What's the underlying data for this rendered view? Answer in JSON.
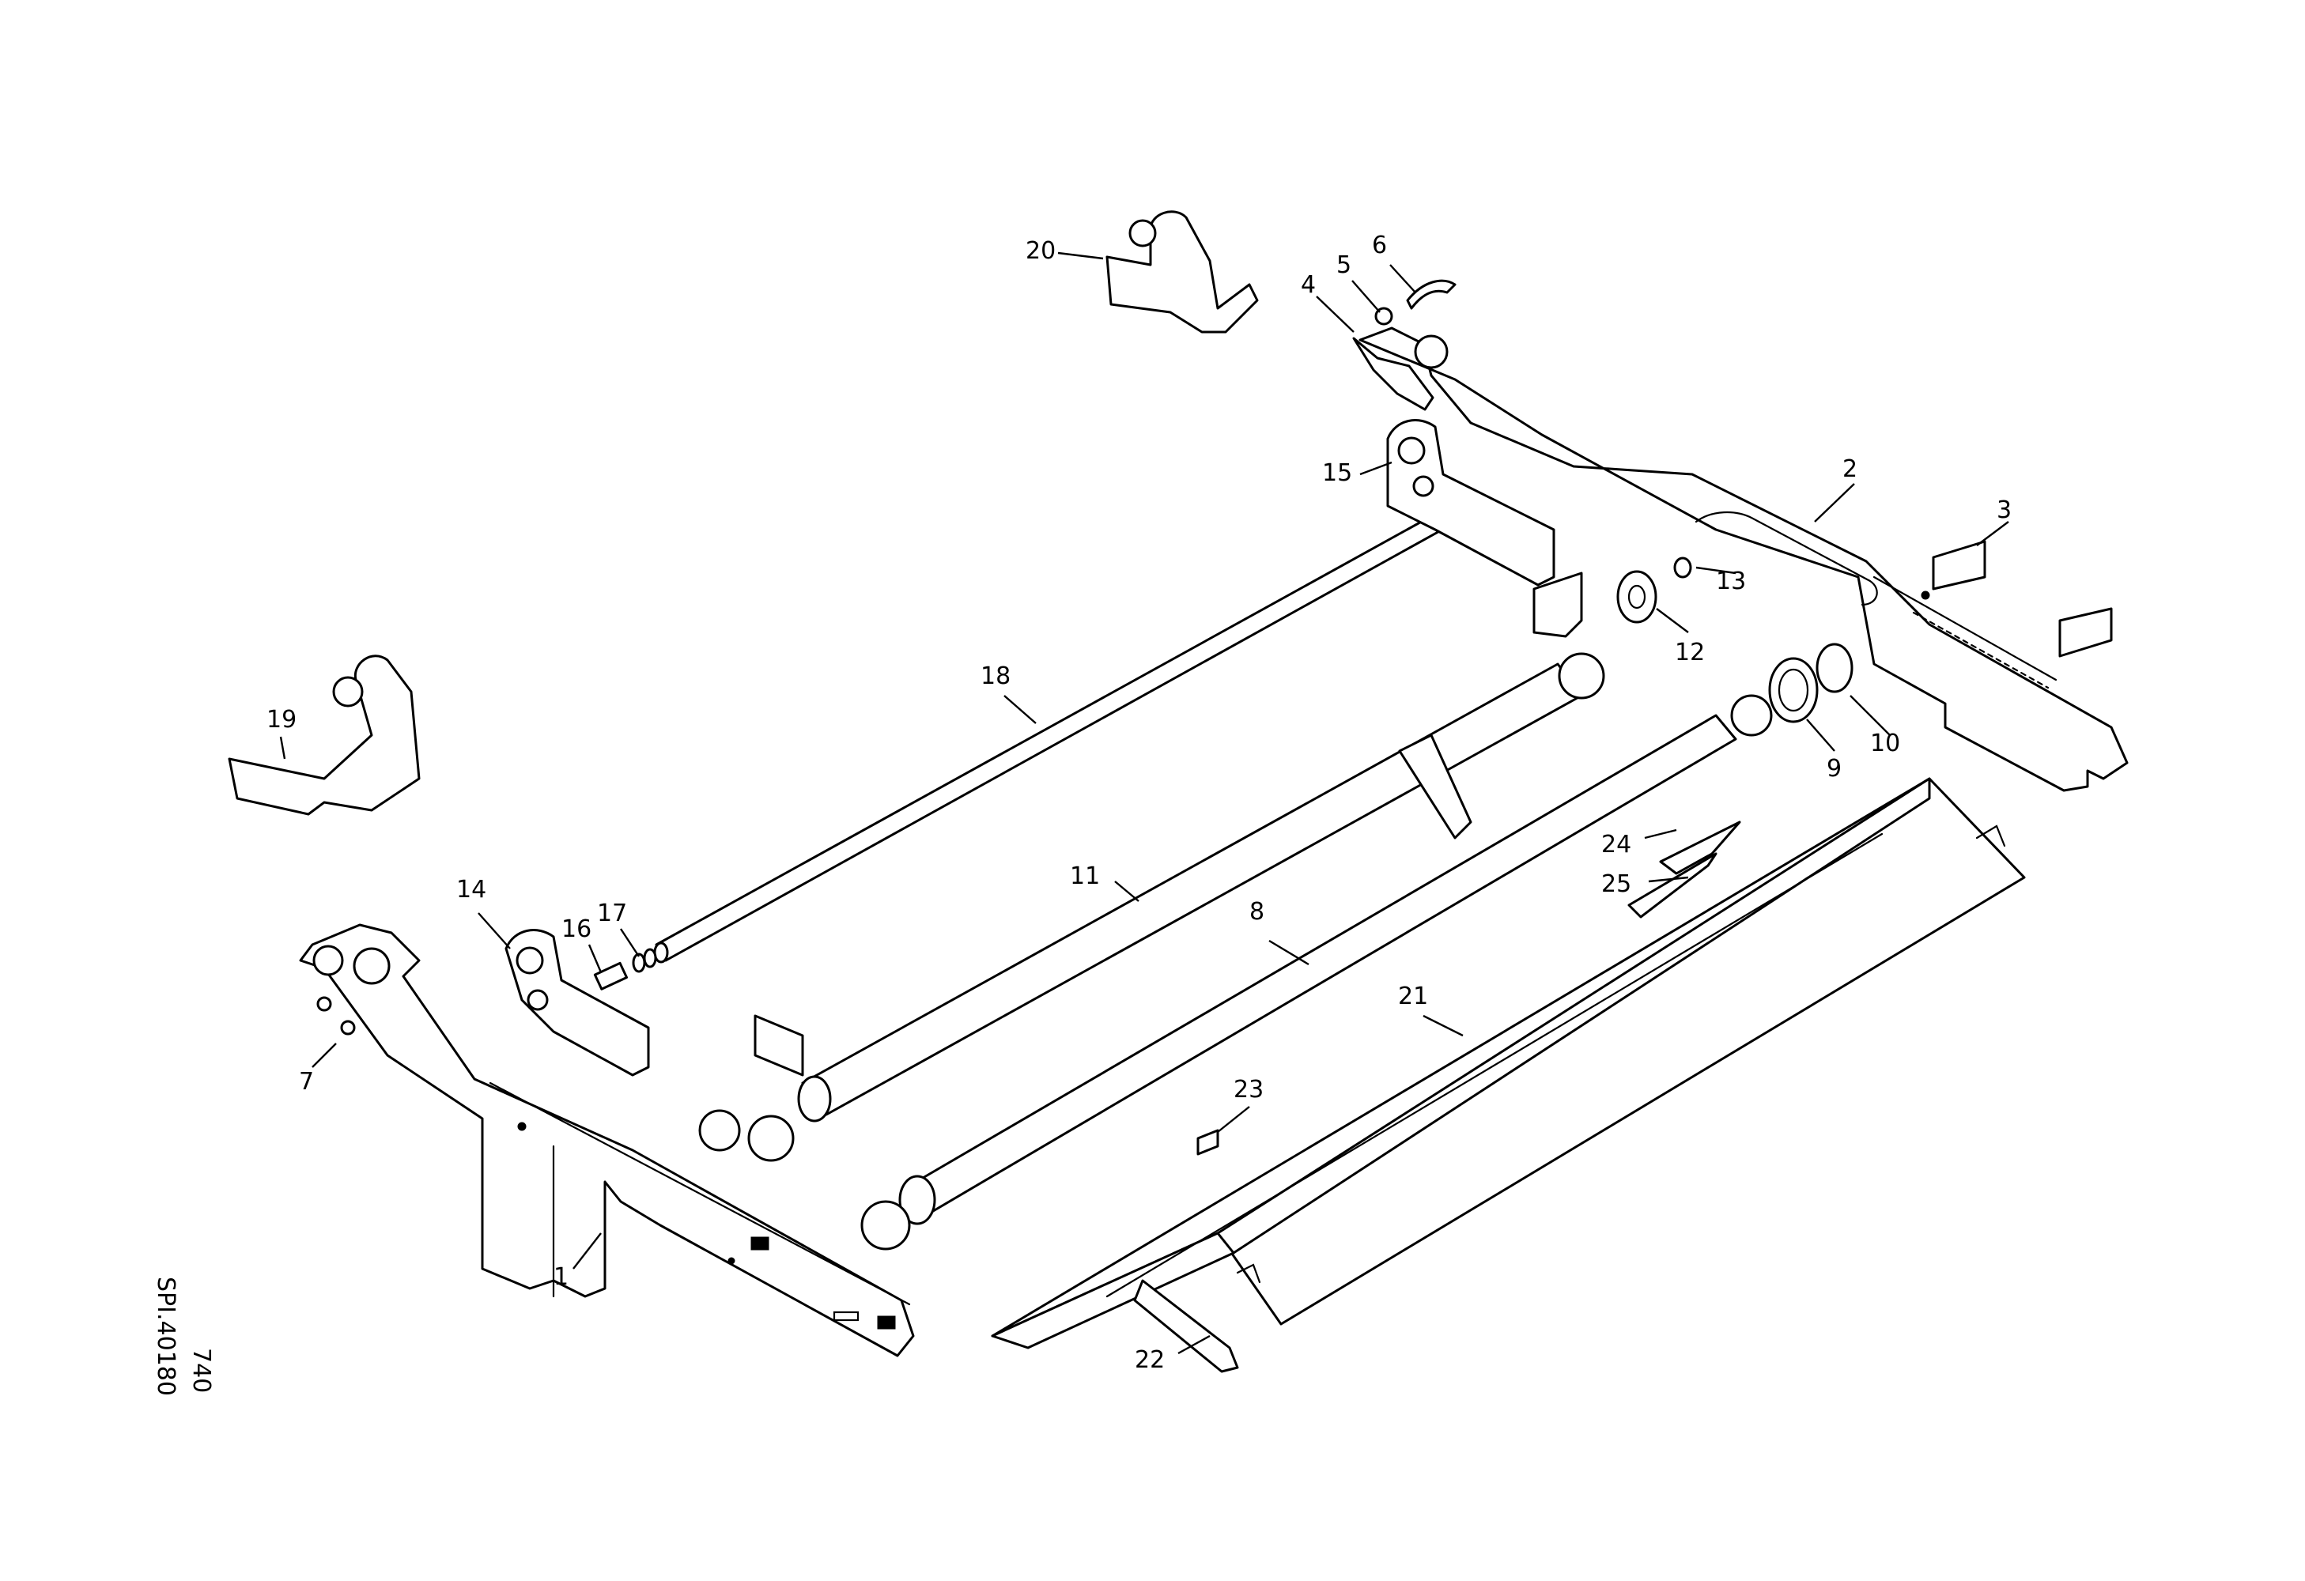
{
  "callouts": [
    {
      "id": "1",
      "label": "1"
    },
    {
      "id": "2",
      "label": "2"
    },
    {
      "id": "3",
      "label": "3"
    },
    {
      "id": "4",
      "label": "4"
    },
    {
      "id": "5",
      "label": "5"
    },
    {
      "id": "6",
      "label": "6"
    },
    {
      "id": "7",
      "label": "7"
    },
    {
      "id": "8",
      "label": "8"
    },
    {
      "id": "9",
      "label": "9"
    },
    {
      "id": "10",
      "label": "10"
    },
    {
      "id": "11",
      "label": "11"
    },
    {
      "id": "12",
      "label": "12"
    },
    {
      "id": "13",
      "label": "13"
    },
    {
      "id": "14",
      "label": "14"
    },
    {
      "id": "15",
      "label": "15"
    },
    {
      "id": "16",
      "label": "16"
    },
    {
      "id": "17",
      "label": "17"
    },
    {
      "id": "18",
      "label": "18"
    },
    {
      "id": "19",
      "label": "19"
    },
    {
      "id": "20",
      "label": "20"
    },
    {
      "id": "21",
      "label": "21"
    },
    {
      "id": "22",
      "label": "22"
    },
    {
      "id": "23",
      "label": "23"
    },
    {
      "id": "24",
      "label": "24"
    },
    {
      "id": "25",
      "label": "25"
    }
  ],
  "drawing_code": {
    "page": "740",
    "reference": "SPI.40180"
  },
  "colors": {
    "line": "#000000",
    "background": "#ffffff"
  }
}
